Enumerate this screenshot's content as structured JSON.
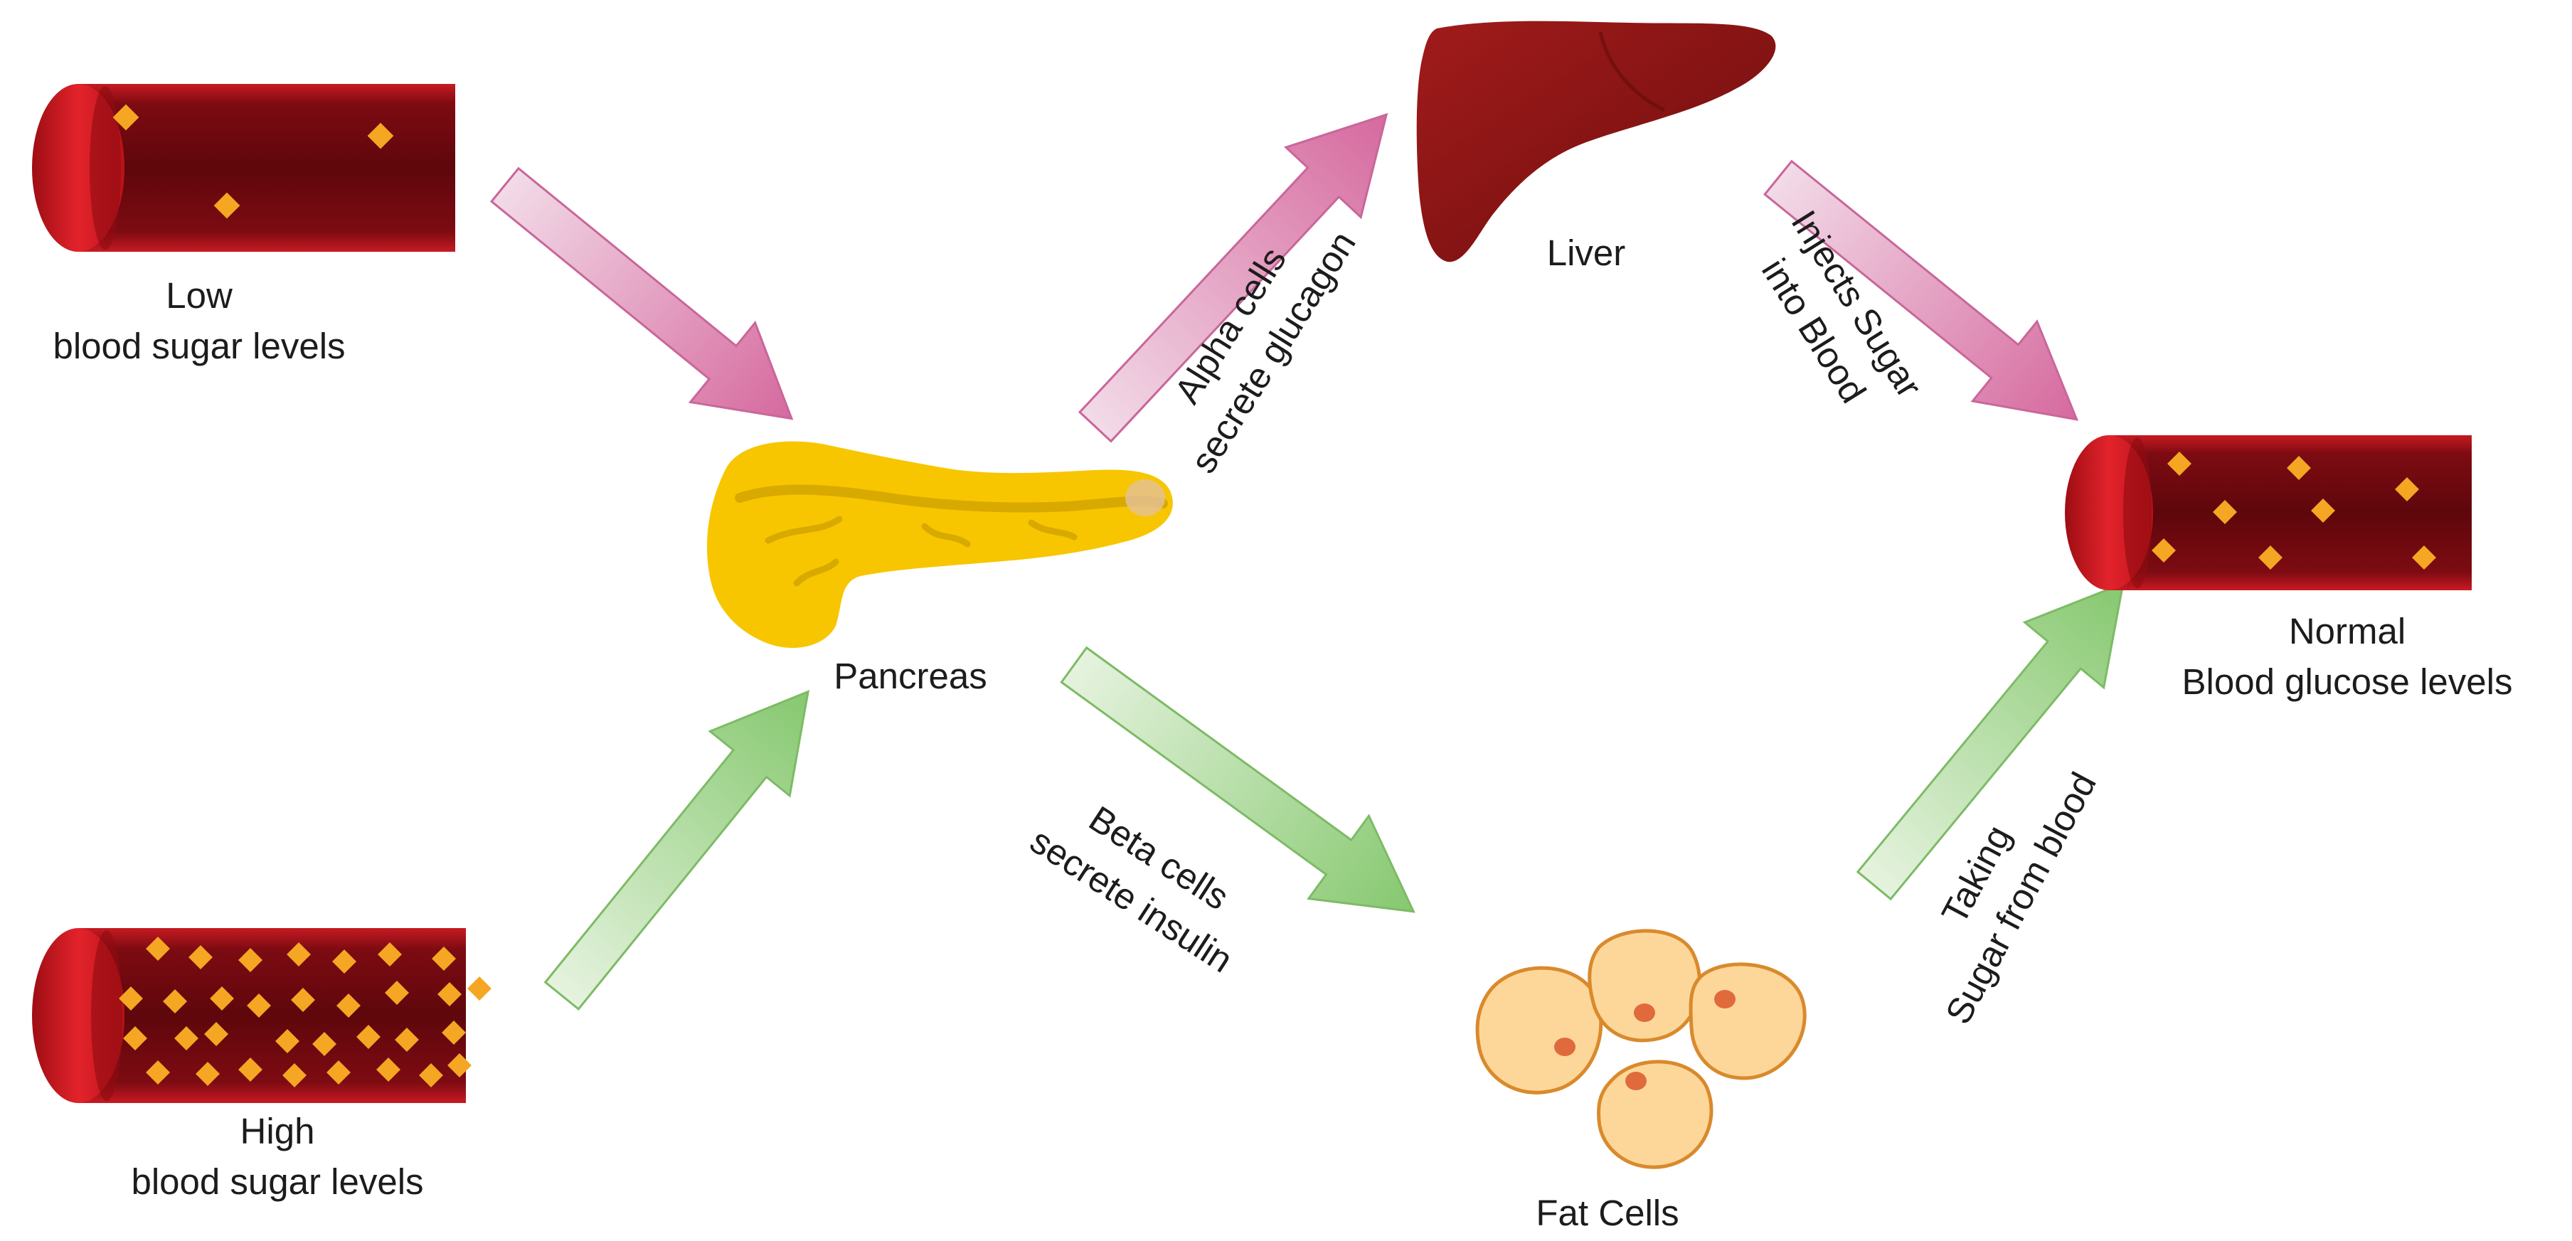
{
  "labels": {
    "low": [
      "Low",
      "blood sugar levels"
    ],
    "high": [
      "High",
      "blood sugar levels"
    ],
    "pancreas": "Pancreas",
    "liver": "Liver",
    "fat_cells": "Fat Cells",
    "normal": [
      "Normal",
      "Blood glucose levels"
    ],
    "alpha": [
      "Alpha cells",
      "secrete glucagon"
    ],
    "beta": [
      "Beta cells",
      "secrete insulin"
    ],
    "injects": [
      "Injects Sugar",
      "into Blood"
    ],
    "taking": [
      "Taking",
      "Sugar from blood"
    ]
  },
  "colors": {
    "vessel_dark": "#7a0a10",
    "vessel_red": "#c8141e",
    "sugar": "#f5a623",
    "pancreas": "#f7c600",
    "liver": "#8c1515",
    "fat_cell": "#fdd79a",
    "fat_nucleus": "#e06a3c",
    "arrow_pink": "#d97aa8",
    "arrow_green": "#8dcc78"
  }
}
